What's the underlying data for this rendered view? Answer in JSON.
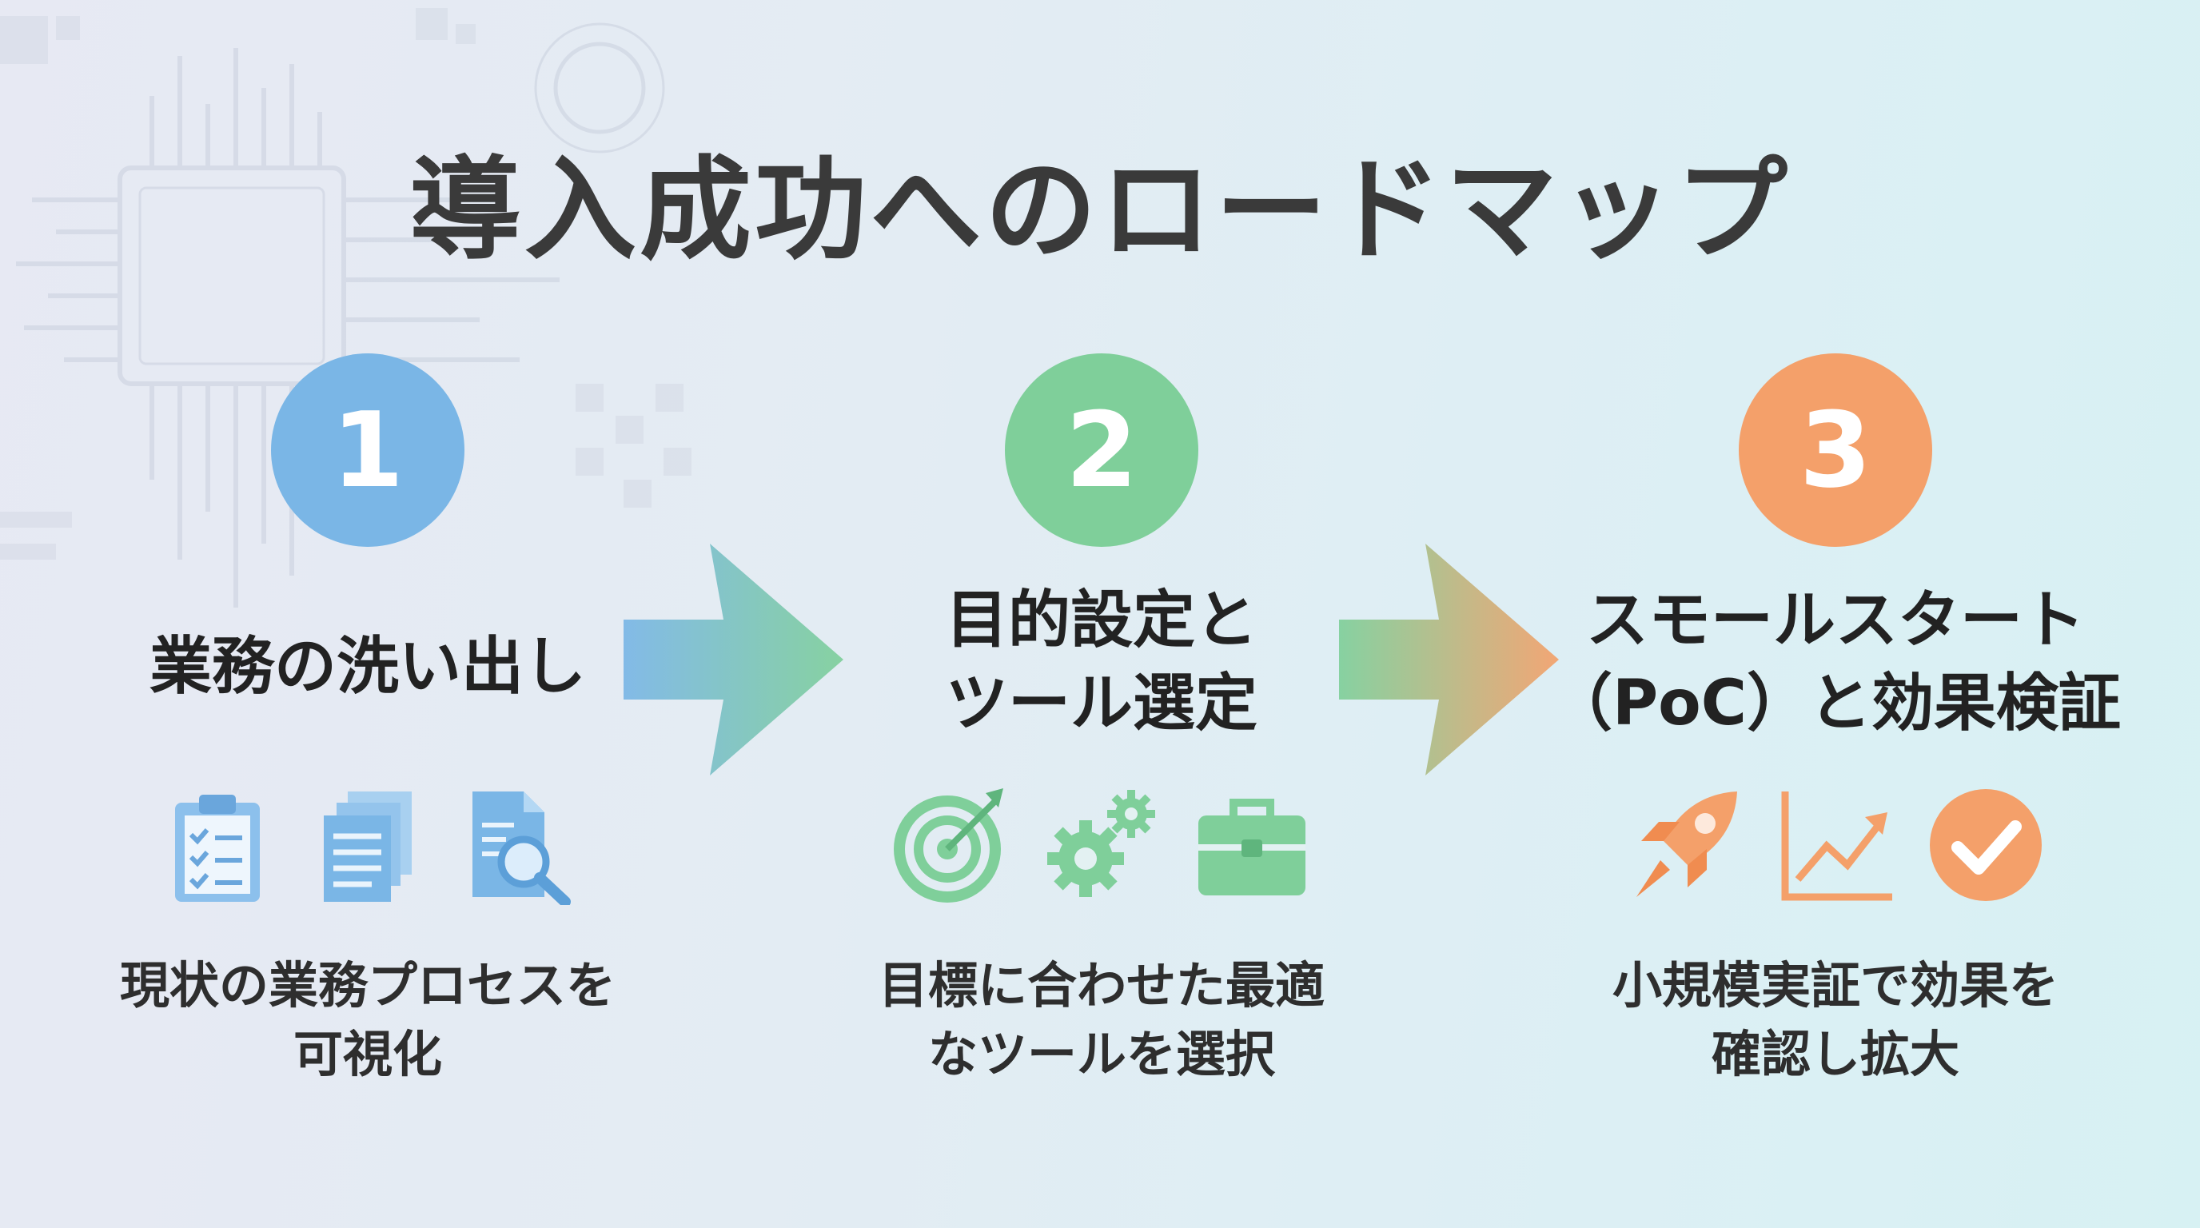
{
  "title": "導入成功へのロードマップ",
  "colors": {
    "step1": "#7ab6e6",
    "step2": "#7fcf9a",
    "step3": "#f4a06a",
    "text": "#2b2b2b"
  },
  "steps": [
    {
      "number": "1",
      "heading_lines": [
        "業務の洗い出し"
      ],
      "desc_lines": [
        "現状の業務プロセスを",
        "可視化"
      ],
      "icons": [
        "clipboard-checklist-icon",
        "documents-icon",
        "document-search-icon"
      ]
    },
    {
      "number": "2",
      "heading_lines": [
        "目的設定と",
        "ツール選定"
      ],
      "desc_lines": [
        "目標に合わせた最適",
        "なツールを選択"
      ],
      "icons": [
        "target-icon",
        "gears-icon",
        "toolbox-icon"
      ]
    },
    {
      "number": "3",
      "heading_lines": [
        "スモールスタート",
        "（PoC）と効果検証"
      ],
      "desc_lines": [
        "小規模実証で効果を",
        "確認し拡大"
      ],
      "icons": [
        "rocket-icon",
        "growth-chart-icon",
        "check-circle-icon"
      ]
    }
  ]
}
